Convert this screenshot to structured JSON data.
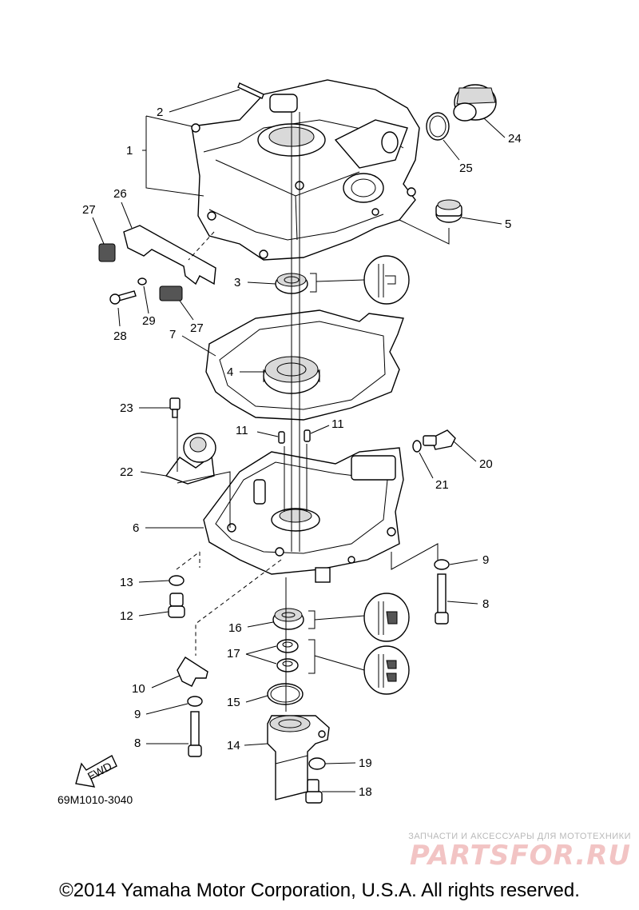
{
  "callouts": [
    "1",
    "2",
    "3",
    "4",
    "5",
    "6",
    "7",
    "8",
    "8",
    "9",
    "9",
    "10",
    "11",
    "11",
    "12",
    "13",
    "14",
    "15",
    "16",
    "17",
    "18",
    "19",
    "20",
    "21",
    "22",
    "23",
    "24",
    "25",
    "26",
    "27",
    "27",
    "28",
    "29"
  ],
  "drawing_code": "69M1010-3040",
  "fwd_label": "FWD",
  "watermark": {
    "top": "ЗАПЧАСТИ И АКСЕССУАРЫ ДЛЯ МОТОТЕХНИКИ",
    "brand": "PARTSFOR.RU"
  },
  "copyright": "©2014 Yamaha Motor Corporation, U.S.A. All rights reserved."
}
